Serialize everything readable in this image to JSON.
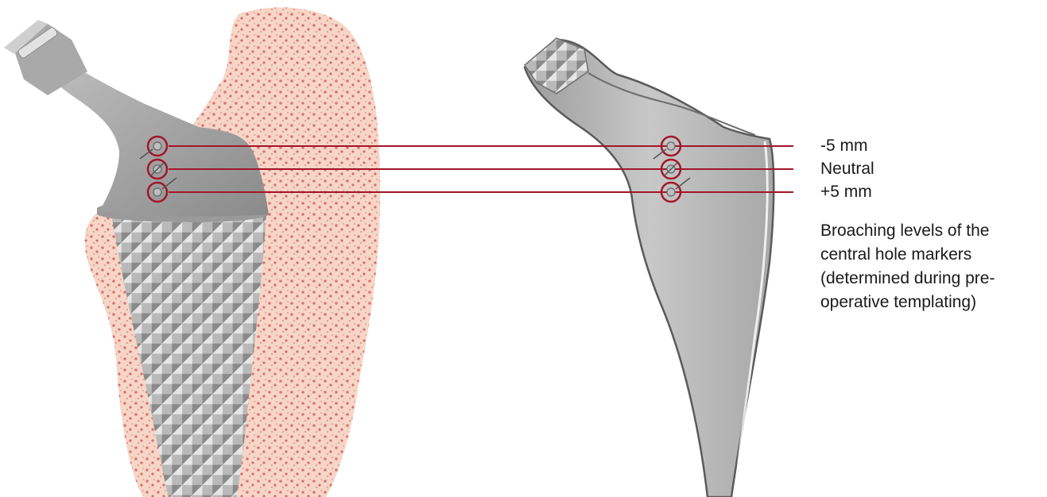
{
  "levels": [
    {
      "label": "-5 mm"
    },
    {
      "label": "Neutral"
    },
    {
      "label": "+5 mm"
    }
  ],
  "caption_lines": [
    "Broaching levels of the",
    "central hole markers",
    "(determined during pre-",
    "operative templating)"
  ],
  "colors": {
    "marker_line": "#a3162a",
    "bone": "#f6d6c6",
    "bone_dots": "#d9505a",
    "implant_metal": "#b5b5b5",
    "implant_dark": "#7d7d7d"
  }
}
